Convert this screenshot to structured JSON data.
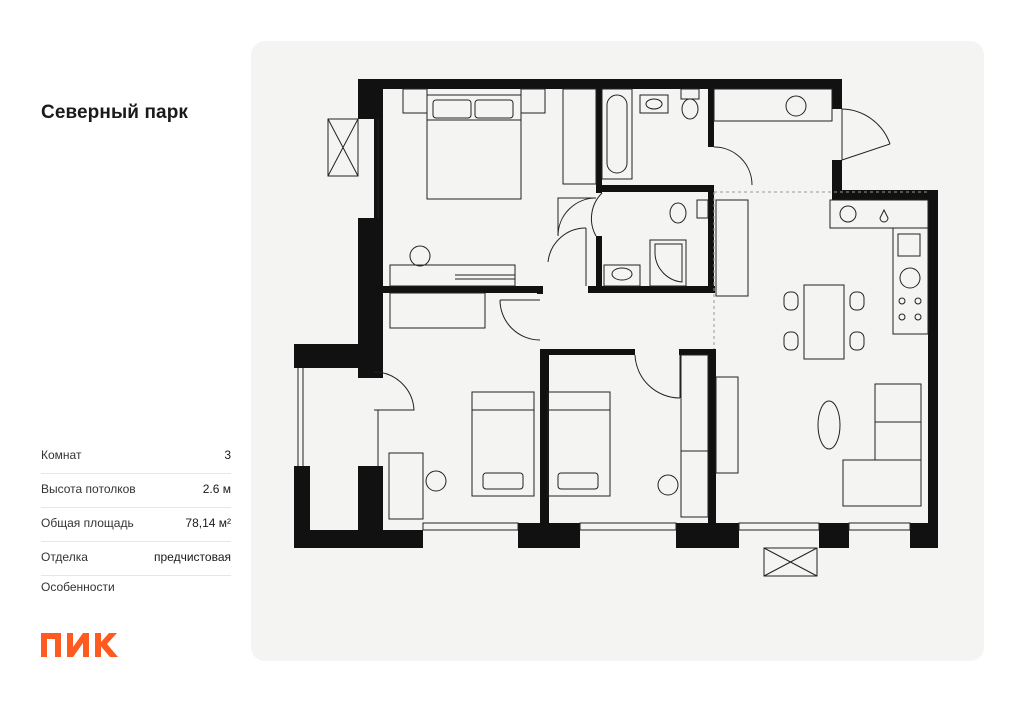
{
  "project": {
    "title": "Северный парк"
  },
  "specs": [
    {
      "label": "Комнат",
      "value": "3"
    },
    {
      "label": "Высота потолков",
      "value": "2.6 м"
    },
    {
      "label": "Общая площадь",
      "value": "78,14 м²"
    },
    {
      "label": "Отделка",
      "value": "предчистовая"
    }
  ],
  "features_label": "Особенности",
  "brand": {
    "logo_text": "ПИК",
    "color": "#ff5a1f"
  },
  "colors": {
    "card_background": "#f4f4f2",
    "wall": "#111111",
    "line": "#222222"
  }
}
